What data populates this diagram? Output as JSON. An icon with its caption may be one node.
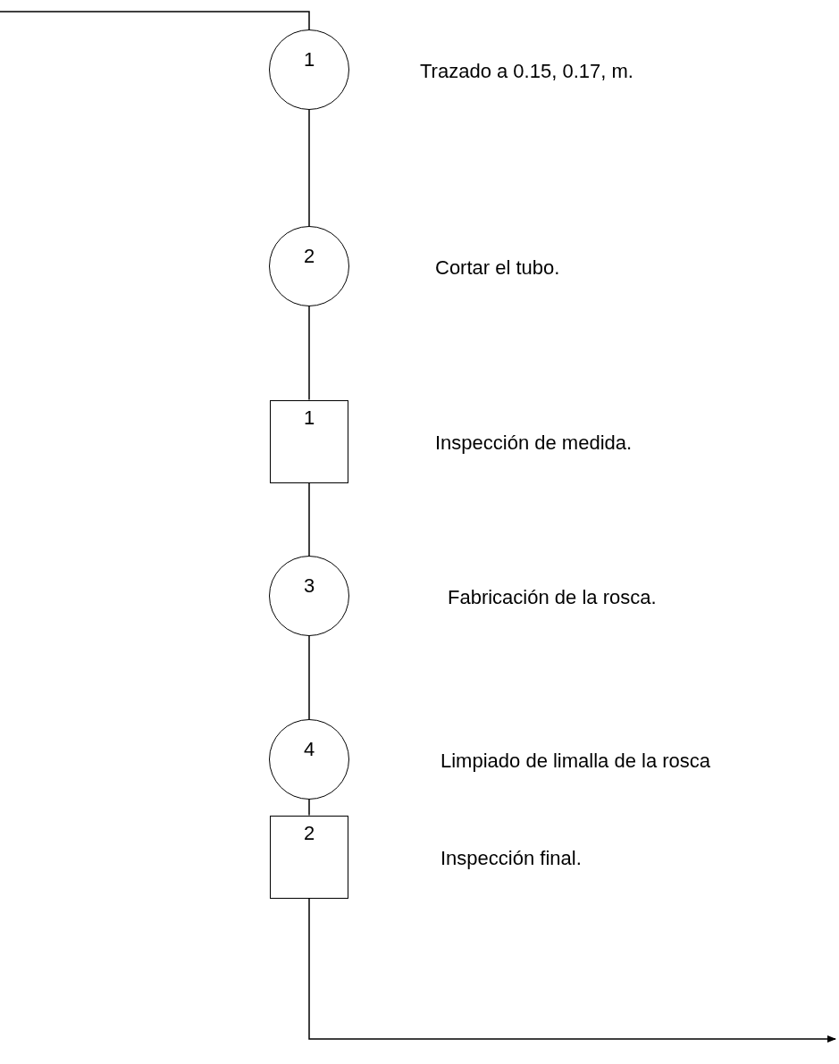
{
  "diagram": {
    "nodes": [
      {
        "text": [
          "1"
        ],
        "beside": [
          "Trazado a 0.15, 0.17, m."
        ]
      },
      {
        "text": [
          "2"
        ]
      },
      {
        "text": [
          "1"
        ]
      },
      {
        "text": [
          "3"
        ]
      },
      {
        "text": [
          "4"
        ]
      },
      {
        "text": [
          "2"
        ]
      }
    ],
    "labels": [
      "Cortar el tubo.",
      "Inspección de medida.",
      "Fabricación de la rosca.",
      "Limpiado de limalla de la rosca",
      "Inspección final."
    ],
    "edges": [
      {
        "from": null,
        "to": 0,
        "arrow": "none"
      },
      {
        "from": 0,
        "to": 1,
        "arrow": "none"
      },
      {
        "from": 1,
        "to": 2,
        "arrow": "none"
      },
      {
        "from": 2,
        "to": 3,
        "arrow": "none"
      },
      {
        "from": 3,
        "to": 4,
        "arrow": "none"
      },
      {
        "from": 4,
        "to": 5,
        "arrow": "none"
      },
      {
        "from": 5,
        "to": null,
        "arrow": "to"
      }
    ]
  }
}
